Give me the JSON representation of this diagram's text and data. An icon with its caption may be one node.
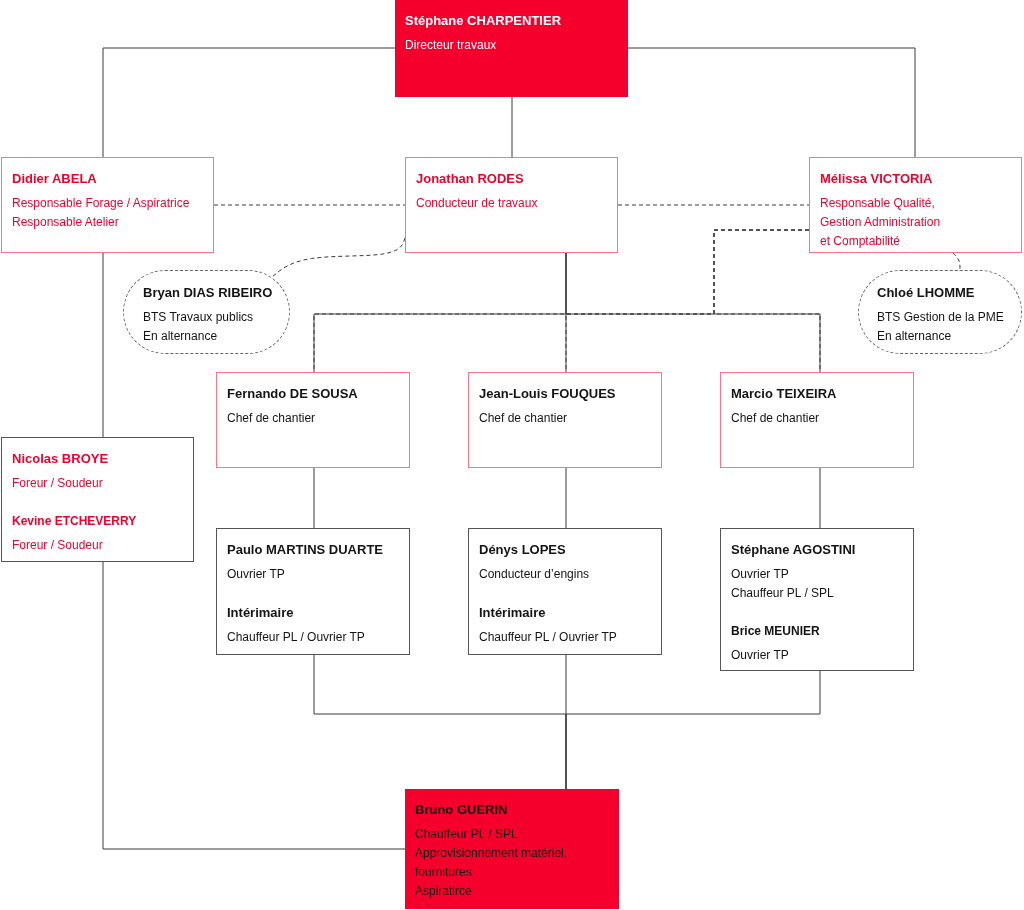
{
  "diagram": {
    "nodes": [
      {
        "text": [
          "Stéphane CHARPENTIER",
          "Directeur travaux"
        ]
      },
      {
        "text": [
          "Didier ABELA",
          "Responsable Forage / Aspiratrice",
          "Responsable Atelier"
        ]
      },
      {
        "text": [
          "Jonathan RODES",
          "Conducteur de travaux"
        ]
      },
      {
        "text": [
          "Mélissa VICTORIA",
          "Responsable Qualité, Gestion Administration et Comptabilité"
        ]
      },
      {
        "text": [
          "Bryan DIAS RIBEIRO",
          "BTS Travaux publics",
          "En alternance"
        ]
      },
      {
        "text": [
          "Chloé LHOMME",
          "BTS Gestion de la PME",
          "En alternance"
        ]
      },
      {
        "text": [
          "Fernando DE SOUSA",
          "Chef de chantier"
        ]
      },
      {
        "text": [
          "Jean-Louis FOUQUES",
          "Chef de chantier"
        ]
      },
      {
        "text": [
          "Marcio TEIXEIRA",
          "Chef de chantier"
        ]
      },
      {
        "text": [
          "Nicolas BROYE",
          "Foreur / Soudeur",
          "Kevine ETCHEVERRY",
          "Foreur / Soudeur"
        ]
      },
      {
        "text": [
          "Paulo MARTINS DUARTE",
          "Ouvrier TP",
          "Intérimaire",
          "Chauffeur PL / Ouvrier TP"
        ]
      },
      {
        "text": [
          "Dénys LOPES",
          "Conducteur d’engins",
          "Intérimaire",
          "Chauffeur PL / Ouvrier TP"
        ]
      },
      {
        "text": [
          "Stéphane AGOSTINI",
          "Ouvrier TP",
          "Chauffeur PL / SPL",
          "Brice MEUNIER",
          "Ouvrier TP"
        ]
      },
      {
        "text": [
          "Bruno GUERIN",
          "Chauffeur PL / SPL",
          "Approvisionnement matériel, fournitures",
          "Aspiratirce"
        ]
      }
    ],
    "edges": [
      {
        "from": 0,
        "to": 1,
        "arrow": "none"
      },
      {
        "from": 0,
        "to": 2,
        "arrow": "none"
      },
      {
        "from": 0,
        "to": 3,
        "arrow": "none"
      },
      {
        "from": 1,
        "to": 2,
        "arrow": "none",
        "style": "dashed"
      },
      {
        "from": 2,
        "to": 3,
        "arrow": "none",
        "style": "dashed"
      },
      {
        "from": 2,
        "to": 4,
        "arrow": "none",
        "style": "dashed"
      },
      {
        "from": 3,
        "to": 5,
        "arrow": "none",
        "style": "dashed"
      },
      {
        "from": 2,
        "to": 6,
        "arrow": "none"
      },
      {
        "from": 2,
        "to": 7,
        "arrow": "none"
      },
      {
        "from": 2,
        "to": 8,
        "arrow": "none"
      },
      {
        "from": 3,
        "to": 6,
        "arrow": "none",
        "style": "dashed"
      },
      {
        "from": 3,
        "to": 7,
        "arrow": "none",
        "style": "dashed"
      },
      {
        "from": 3,
        "to": 8,
        "arrow": "none",
        "style": "dashed"
      },
      {
        "from": 1,
        "to": 9,
        "arrow": "none"
      },
      {
        "from": 6,
        "to": 10,
        "arrow": "none"
      },
      {
        "from": 7,
        "to": 11,
        "arrow": "none"
      },
      {
        "from": 8,
        "to": 12,
        "arrow": "none"
      },
      {
        "from": 9,
        "to": 13,
        "arrow": "none"
      },
      {
        "from": 10,
        "to": 13,
        "arrow": "none"
      },
      {
        "from": 11,
        "to": 13,
        "arrow": "none"
      },
      {
        "from": 12,
        "to": 13,
        "arrow": "none"
      }
    ]
  }
}
